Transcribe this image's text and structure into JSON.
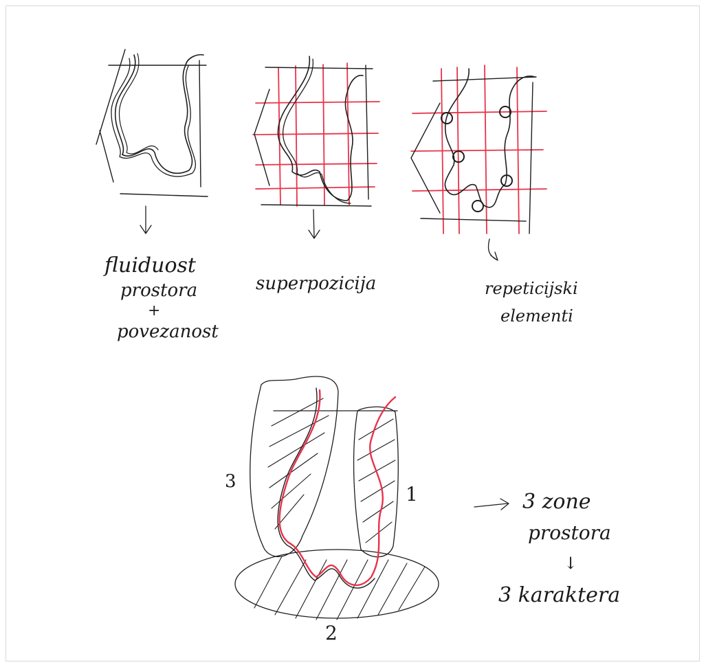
{
  "sketch1": {
    "caption_line1": "fluiduost",
    "caption_line2": "prostora",
    "caption_plus": "+",
    "caption_line3": "povezanost"
  },
  "sketch2": {
    "caption": "superpozicija"
  },
  "sketch3": {
    "caption_line1": "repeticijski",
    "caption_line2": "elementi"
  },
  "zones": {
    "label_left": "3",
    "label_right": "1",
    "label_bottom": "2",
    "arrow_text_line1": "3 zone",
    "arrow_text_line2": "prostora",
    "arrow_down": "↓",
    "arrow_text_line3": "3 karaktera"
  },
  "colors": {
    "ink": "#1d1d1d",
    "accent": "#e8324a",
    "background": "#ffffff"
  }
}
